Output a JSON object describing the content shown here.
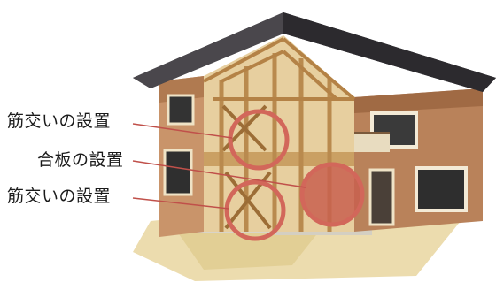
{
  "labels": [
    {
      "text": "筋交いの設置"
    },
    {
      "text": "合板の設置"
    },
    {
      "text": "筋交いの設置"
    }
  ],
  "colors": {
    "roof": "#3d3a3e",
    "wall_cream": "#efe3c6",
    "wall_brick": "#b27a52",
    "timber": "#d9b27a",
    "highlight": "#d2675a",
    "leader_line": "#c0504a",
    "ground": "#e9d9a8"
  }
}
